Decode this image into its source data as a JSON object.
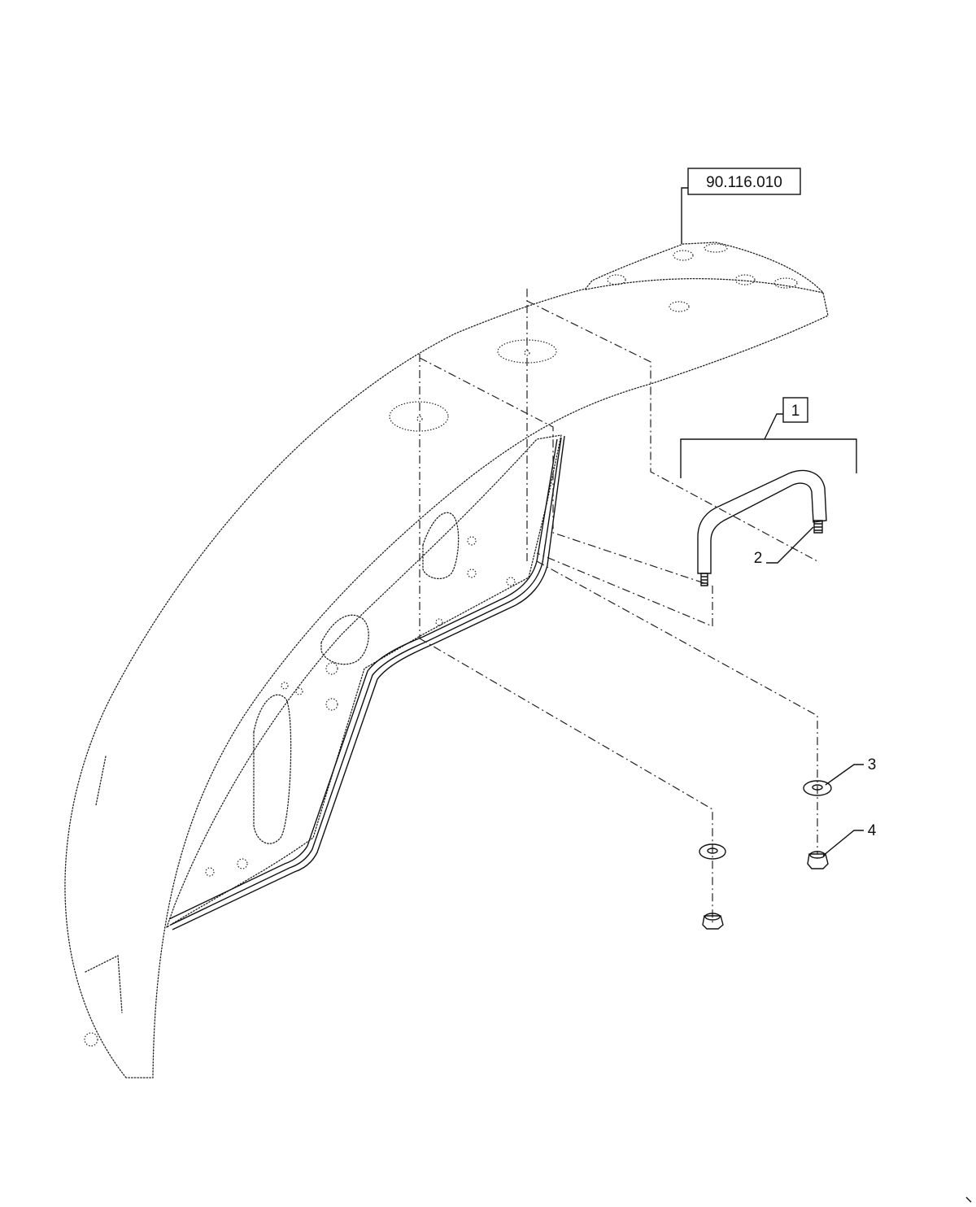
{
  "references": {
    "assembly_ref": "90.116.010"
  },
  "callouts": {
    "item_1": "1",
    "item_2": "2",
    "item_3": "3",
    "item_4": "4"
  },
  "colors": {
    "line": "#111111",
    "background": "#ffffff"
  }
}
